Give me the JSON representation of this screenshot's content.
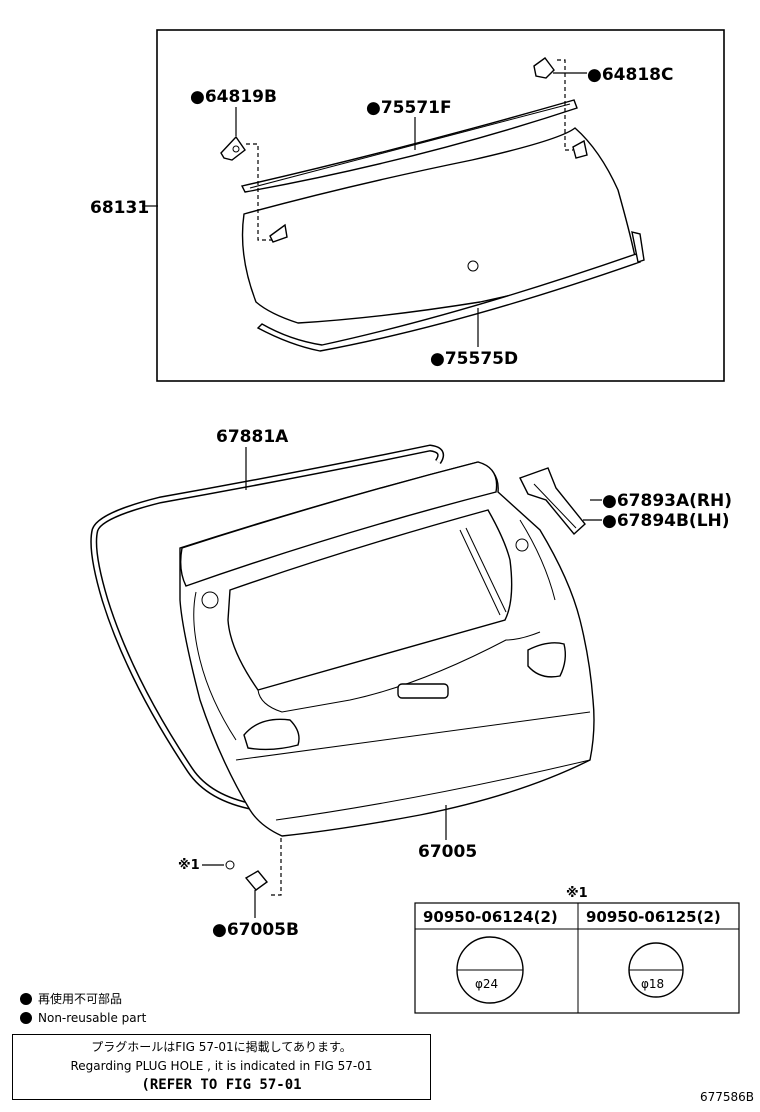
{
  "labels": {
    "p68131": "68131",
    "p64819B": "●64819B",
    "p75571F": "●75571F",
    "p64818C": "●64818C",
    "p75575D": "●75575D",
    "p67881A": "67881A",
    "p67893A": "●67893A(RH)",
    "p67894B": "●67894B(LH)",
    "p67005": "67005",
    "p67005B": "●67005B",
    "note_mark": "※1",
    "note_mark_small": "※1"
  },
  "table": {
    "col1": "90950-06124(2)",
    "col2": "90950-06125(2)",
    "dim1": "φ24",
    "dim2": "φ18"
  },
  "legend": {
    "jp": "再使用不可部品",
    "en": "Non-reusable part"
  },
  "note": {
    "line1": "プラグホールはFIG 57-01に掲載してあります。",
    "line2": "Regarding  PLUG  HOLE , it is indicated in  FIG  57-01",
    "line3": "(REFER TO FIG 57-01"
  },
  "ref_code": "677586B"
}
